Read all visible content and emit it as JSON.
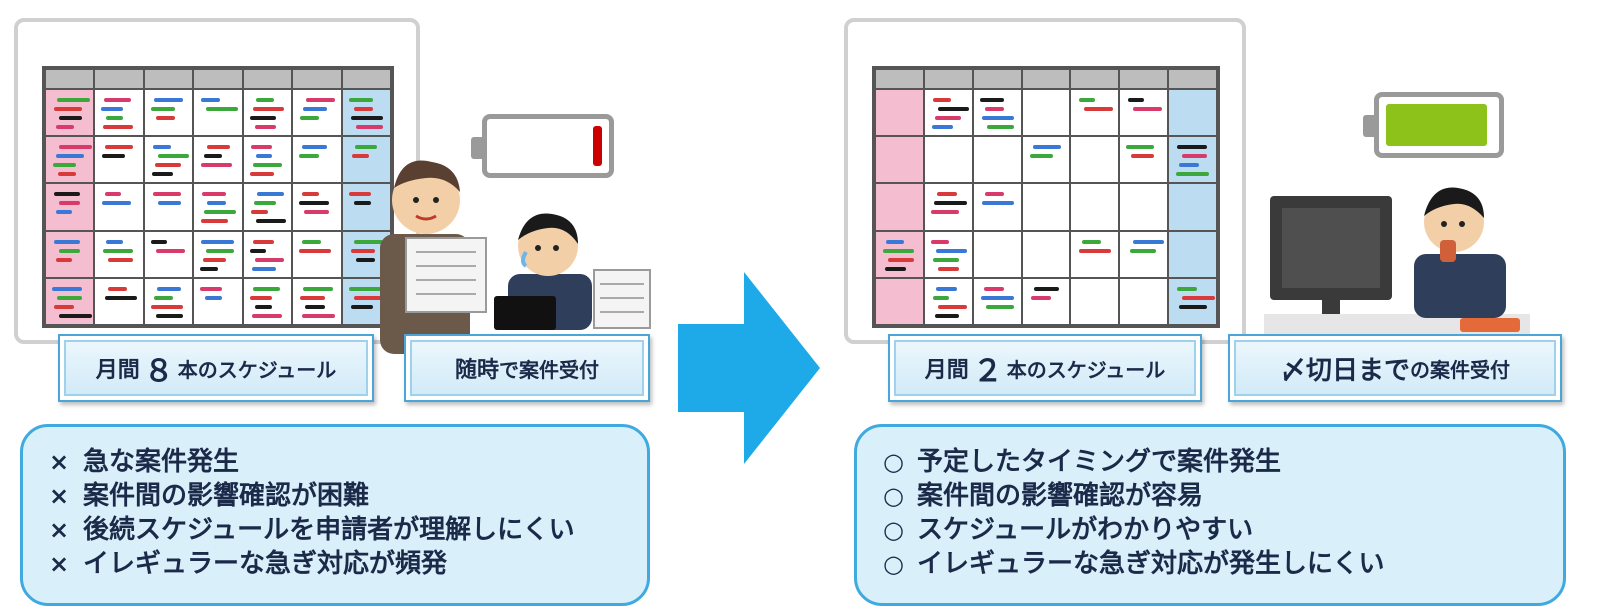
{
  "before": {
    "schedule_label": {
      "prefix": "月間",
      "number": "８",
      "suffix": "本のスケジュール"
    },
    "intake_label": {
      "emphasis": "随時",
      "rest": "で案件受付"
    },
    "items": [
      {
        "mark": "×",
        "text": "急な案件発生"
      },
      {
        "mark": "×",
        "text": "案件間の影響確認が困難"
      },
      {
        "mark": "×",
        "text": "後続スケジュールを申請者が理解しにくい"
      },
      {
        "mark": "×",
        "text": "イレギュラーな急ぎ対応が頻発"
      }
    ],
    "battery_level": 0.08,
    "battery_color": "#cc0000"
  },
  "after": {
    "schedule_label": {
      "prefix": "月間",
      "number": "２",
      "suffix": "本のスケジュール"
    },
    "intake_label": {
      "emphasis": "〆切日まで",
      "rest": "の案件受付"
    },
    "items": [
      {
        "mark": "○",
        "text": "予定したタイミングで案件発生"
      },
      {
        "mark": "○",
        "text": "案件間の影響確認が容易"
      },
      {
        "mark": "○",
        "text": "スケジュールがわかりやすい"
      },
      {
        "mark": "○",
        "text": "イレギュラーな急ぎ対応が発生しにくい"
      }
    ],
    "battery_level": 0.95,
    "battery_color": "#8cc21a"
  },
  "colors": {
    "accent": "#1ea9e8",
    "label_border": "#4aa6d8",
    "result_bg": "#d9f0fb",
    "result_border": "#3fa9e0"
  },
  "icons": {
    "arrow": "right-arrow-icon",
    "battery": "battery-icon"
  }
}
